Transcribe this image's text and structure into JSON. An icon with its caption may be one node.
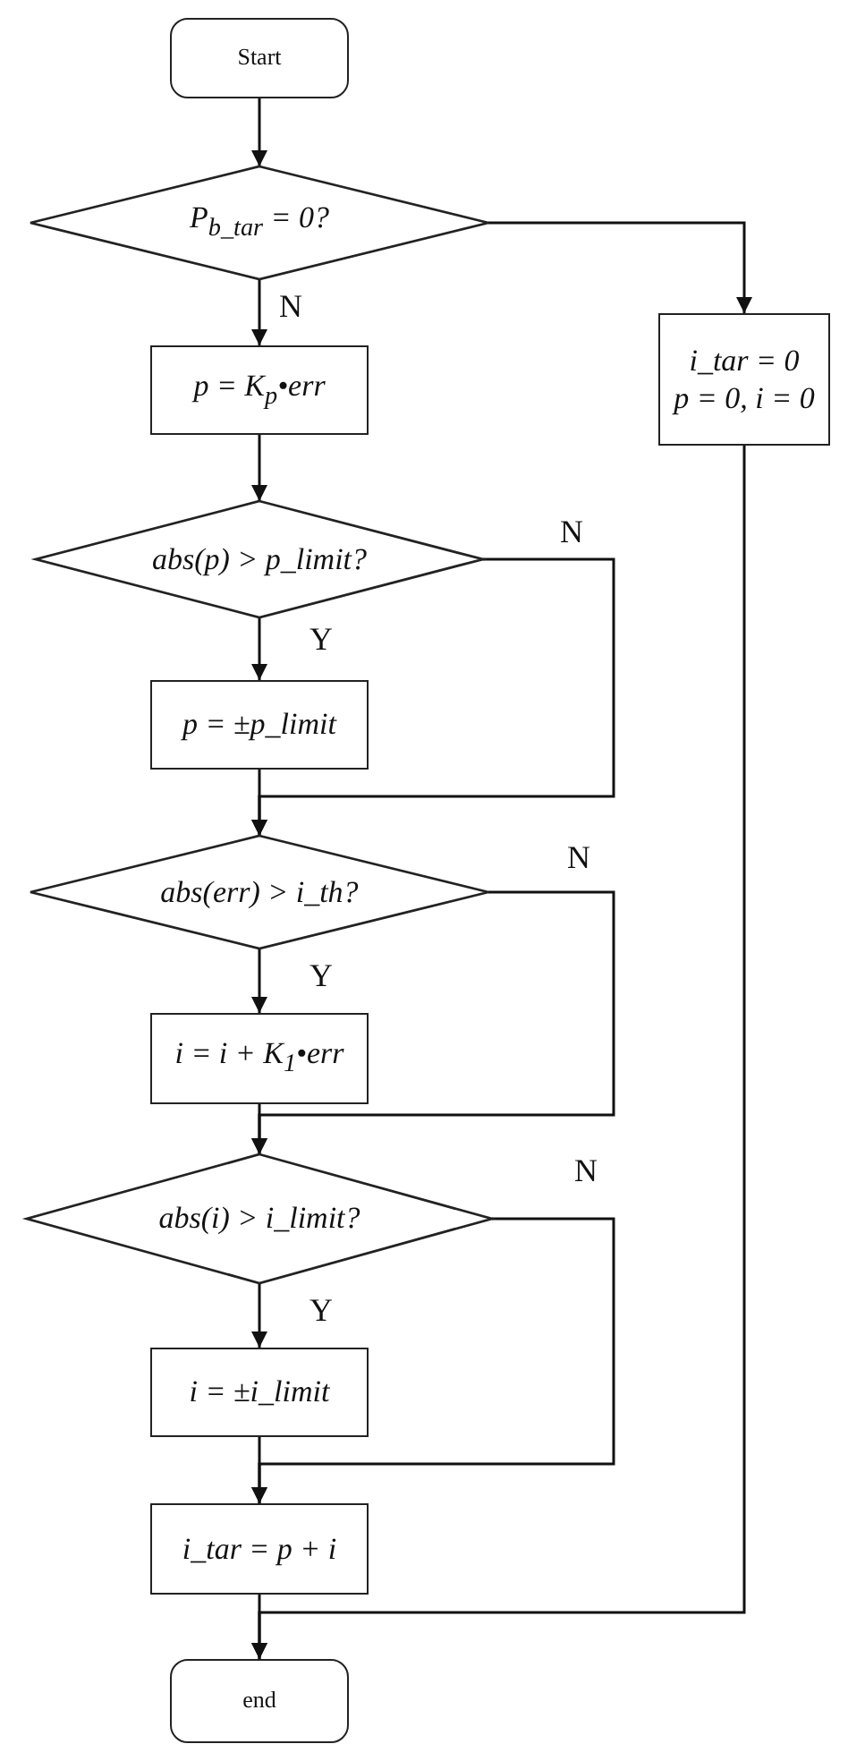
{
  "diagram": {
    "nodes": [
      {
        "text": [
          "Start"
        ]
      },
      {
        "text": [
          "P$_{b_tar}$ = 0?"
        ]
      },
      {
        "text": [
          "p = K$_{p}$•err"
        ]
      },
      {
        "text": [
          "abs(p) > p_limit?"
        ]
      },
      {
        "text": [
          "p = ±p_limit"
        ]
      },
      {
        "text": [
          "abs(err) > i_th?"
        ]
      },
      {
        "text": [
          "i = i + K$_{1}$•err"
        ]
      },
      {
        "text": [
          "abs(i) > i_limit?"
        ]
      },
      {
        "text": [
          "i = ±i_limit"
        ]
      },
      {
        "text": [
          "i_tar = p + i"
        ]
      },
      {
        "text": [
          "end"
        ]
      },
      {
        "text": [
          "i_tar = 0",
          "p = 0, i = 0"
        ]
      }
    ],
    "edges": [
      {
        "from": 0,
        "to": 1,
        "arrow": "to"
      },
      {
        "from": 1,
        "to": 2,
        "arrow": "to",
        "label": "N"
      },
      {
        "from": 1,
        "to": 11,
        "arrow": "to"
      },
      {
        "from": 2,
        "to": 3,
        "arrow": "to"
      },
      {
        "from": 3,
        "to": 4,
        "arrow": "to",
        "label": "Y"
      },
      {
        "from": 3,
        "to": 5,
        "arrow": "to",
        "label": "N"
      },
      {
        "from": 4,
        "to": 5,
        "arrow": "to"
      },
      {
        "from": 5,
        "to": 6,
        "arrow": "to",
        "label": "Y"
      },
      {
        "from": 5,
        "to": 7,
        "arrow": "to",
        "label": "N"
      },
      {
        "from": 6,
        "to": 7,
        "arrow": "to"
      },
      {
        "from": 7,
        "to": 8,
        "arrow": "to",
        "label": "Y"
      },
      {
        "from": 7,
        "to": 9,
        "arrow": "to",
        "label": "N"
      },
      {
        "from": 8,
        "to": 9,
        "arrow": "to"
      },
      {
        "from": 9,
        "to": 10,
        "arrow": "to"
      },
      {
        "from": 11,
        "to": 10,
        "arrow": "to"
      }
    ]
  }
}
